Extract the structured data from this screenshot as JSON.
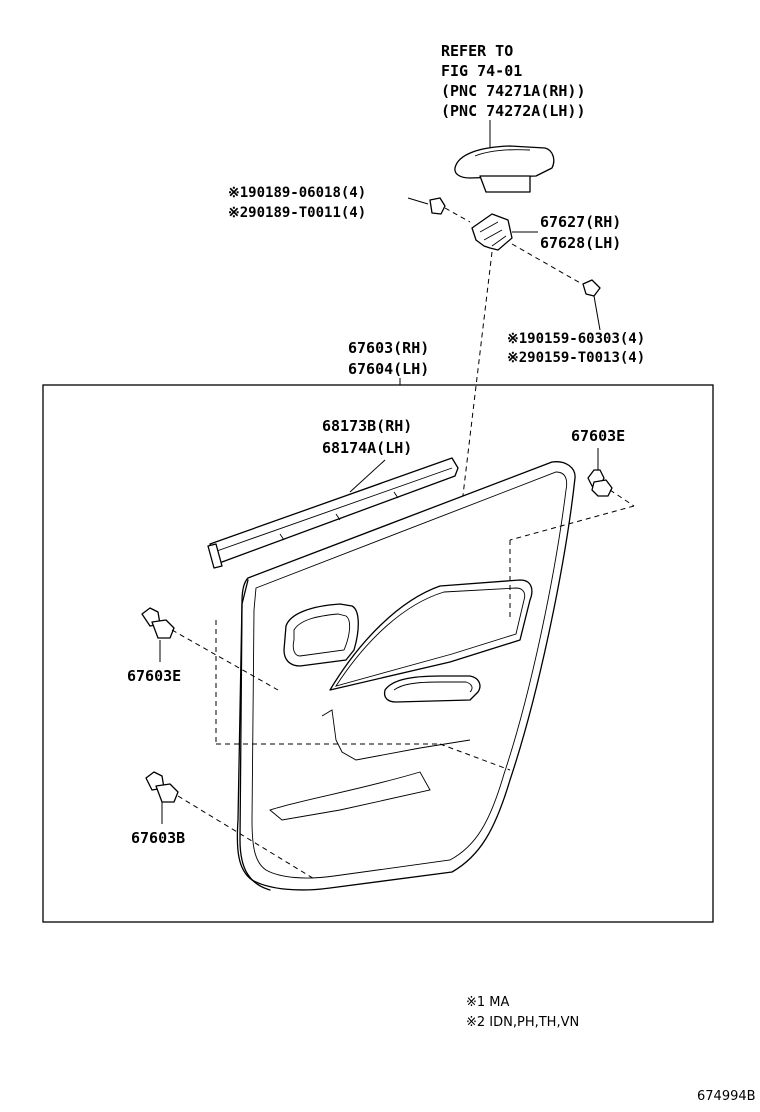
{
  "refer": {
    "line1": "REFER TO",
    "line2": "FIG 74-01",
    "line3": "(PNC 74271A(RH))",
    "line4": "(PNC 74272A(LH))"
  },
  "labels": {
    "clip_upper_1": "※190189-06018(4)",
    "clip_upper_2": "※290189-T0011(4)",
    "bracket_rh": "67627(RH)",
    "bracket_lh": "67628(LH)",
    "screw_1": "※190159-60303(4)",
    "screw_2": "※290159-T0013(4)",
    "panel_rh": "67603(RH)",
    "panel_lh": "67604(LH)",
    "weatherstrip_rh": "68173B(RH)",
    "weatherstrip_lh": "68174A(LH)",
    "clip_e_right": "67603E",
    "clip_e_left": "67603E",
    "clip_b_left": "67603B"
  },
  "notes": {
    "note1": "※1 MA",
    "note2": "※2 IDN,PH,TH,VN"
  },
  "figure_id": "674994B"
}
